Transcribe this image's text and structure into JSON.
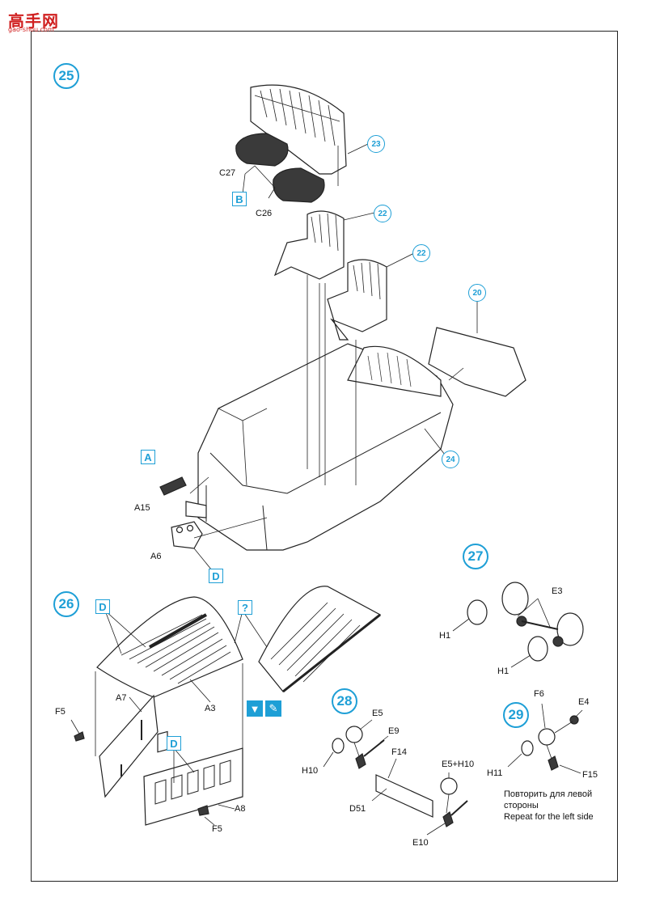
{
  "watermark": {
    "text": "高手网",
    "sub": "gao-shou.com"
  },
  "steps": {
    "s25": "25",
    "s26": "26",
    "s27": "27",
    "s28": "28",
    "s29": "29"
  },
  "refs": {
    "r23": "23",
    "r22a": "22",
    "r22b": "22",
    "r20": "20",
    "r24": "24"
  },
  "boxes": {
    "b_B": "B",
    "b_A": "A",
    "b_D1": "D",
    "b_D2": "D",
    "b_D3": "D",
    "b_Q": "?"
  },
  "labels": {
    "C27": "C27",
    "C26": "C26",
    "A15": "A15",
    "A6": "A6",
    "A7": "A7",
    "A3": "A3",
    "F5a": "F5",
    "F5b": "F5",
    "A8": "A8",
    "E3": "E3",
    "H1a": "H1",
    "H1b": "H1",
    "E5": "E5",
    "E9": "E9",
    "F14": "F14",
    "H10": "H10",
    "E5H10": "E5+H10",
    "D51": "D51",
    "E10": "E10",
    "F6": "F6",
    "E4": "E4",
    "H11": "H11",
    "F15": "F15"
  },
  "note": {
    "line1": "Повторить для левой",
    "line2": "стороны",
    "line3": "Repeat for the left side"
  },
  "colors": {
    "accent": "#1e9fd6",
    "line": "#222222",
    "seat": "#3a3a3a"
  }
}
